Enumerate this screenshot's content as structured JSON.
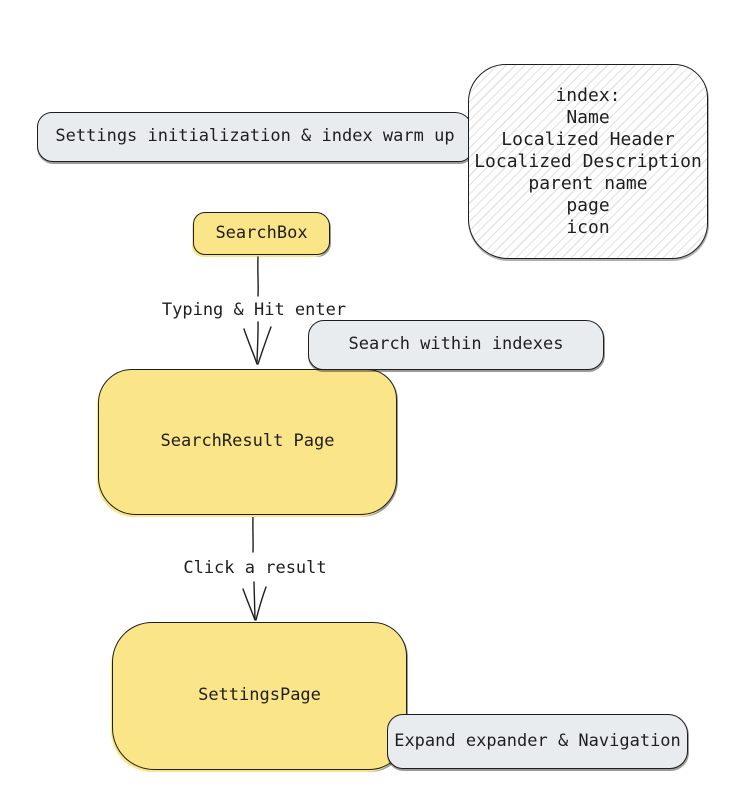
{
  "colors": {
    "background": "#ffffff",
    "yellow_fill": "#fae588",
    "gray_fill": "#e9ecef",
    "stroke": "#1e1e1e",
    "hatch_line": "#d9d9d9"
  },
  "nodes": {
    "settings_init": {
      "label": "Settings initialization & index warm up"
    },
    "index_note": {
      "lines": [
        "index:",
        "Name",
        "Localized Header",
        "Localized Description",
        "parent name",
        "page",
        "icon"
      ]
    },
    "searchbox": {
      "label": "SearchBox"
    },
    "search_within": {
      "label": "Search within indexes"
    },
    "search_result": {
      "label": "SearchResult Page"
    },
    "settings_page": {
      "label": "SettingsPage"
    },
    "expand_nav": {
      "label": "Expand expander & Navigation"
    }
  },
  "edges": {
    "typing": {
      "label": "Typing & Hit enter"
    },
    "click": {
      "label": "Click a result"
    }
  }
}
